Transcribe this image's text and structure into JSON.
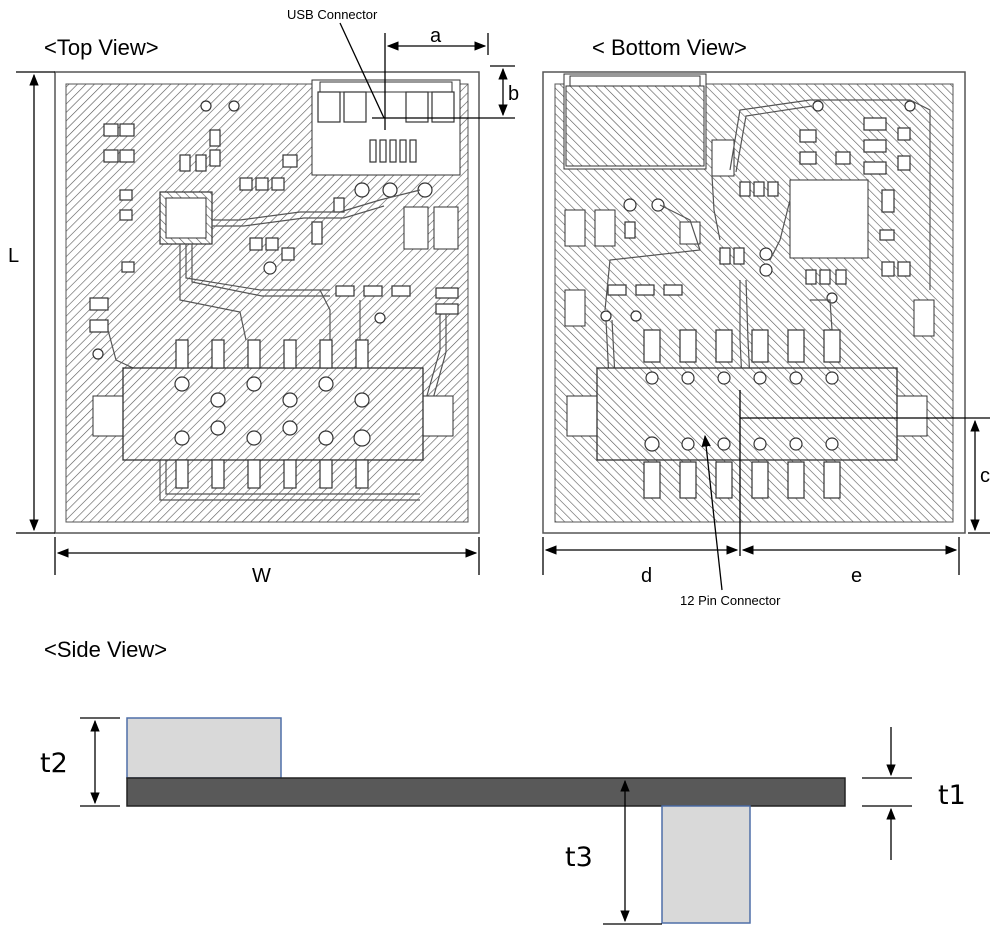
{
  "views": {
    "top": "<Top View>",
    "bottom": "< Bottom View>",
    "side": "<Side View>"
  },
  "callouts": {
    "usb": "USB Connector",
    "pin12": "12 Pin Connector"
  },
  "dimensions": {
    "a": "a",
    "b": "b",
    "c": "c",
    "d": "d",
    "e": "e",
    "L": "L",
    "W": "W",
    "t1": "t1",
    "t2": "t2",
    "t3": "t3"
  },
  "colors": {
    "board_side": "#595959",
    "connector_side": "#d9d9d9",
    "connector_edge": "#4f6fa8",
    "hatch": "#444444"
  }
}
